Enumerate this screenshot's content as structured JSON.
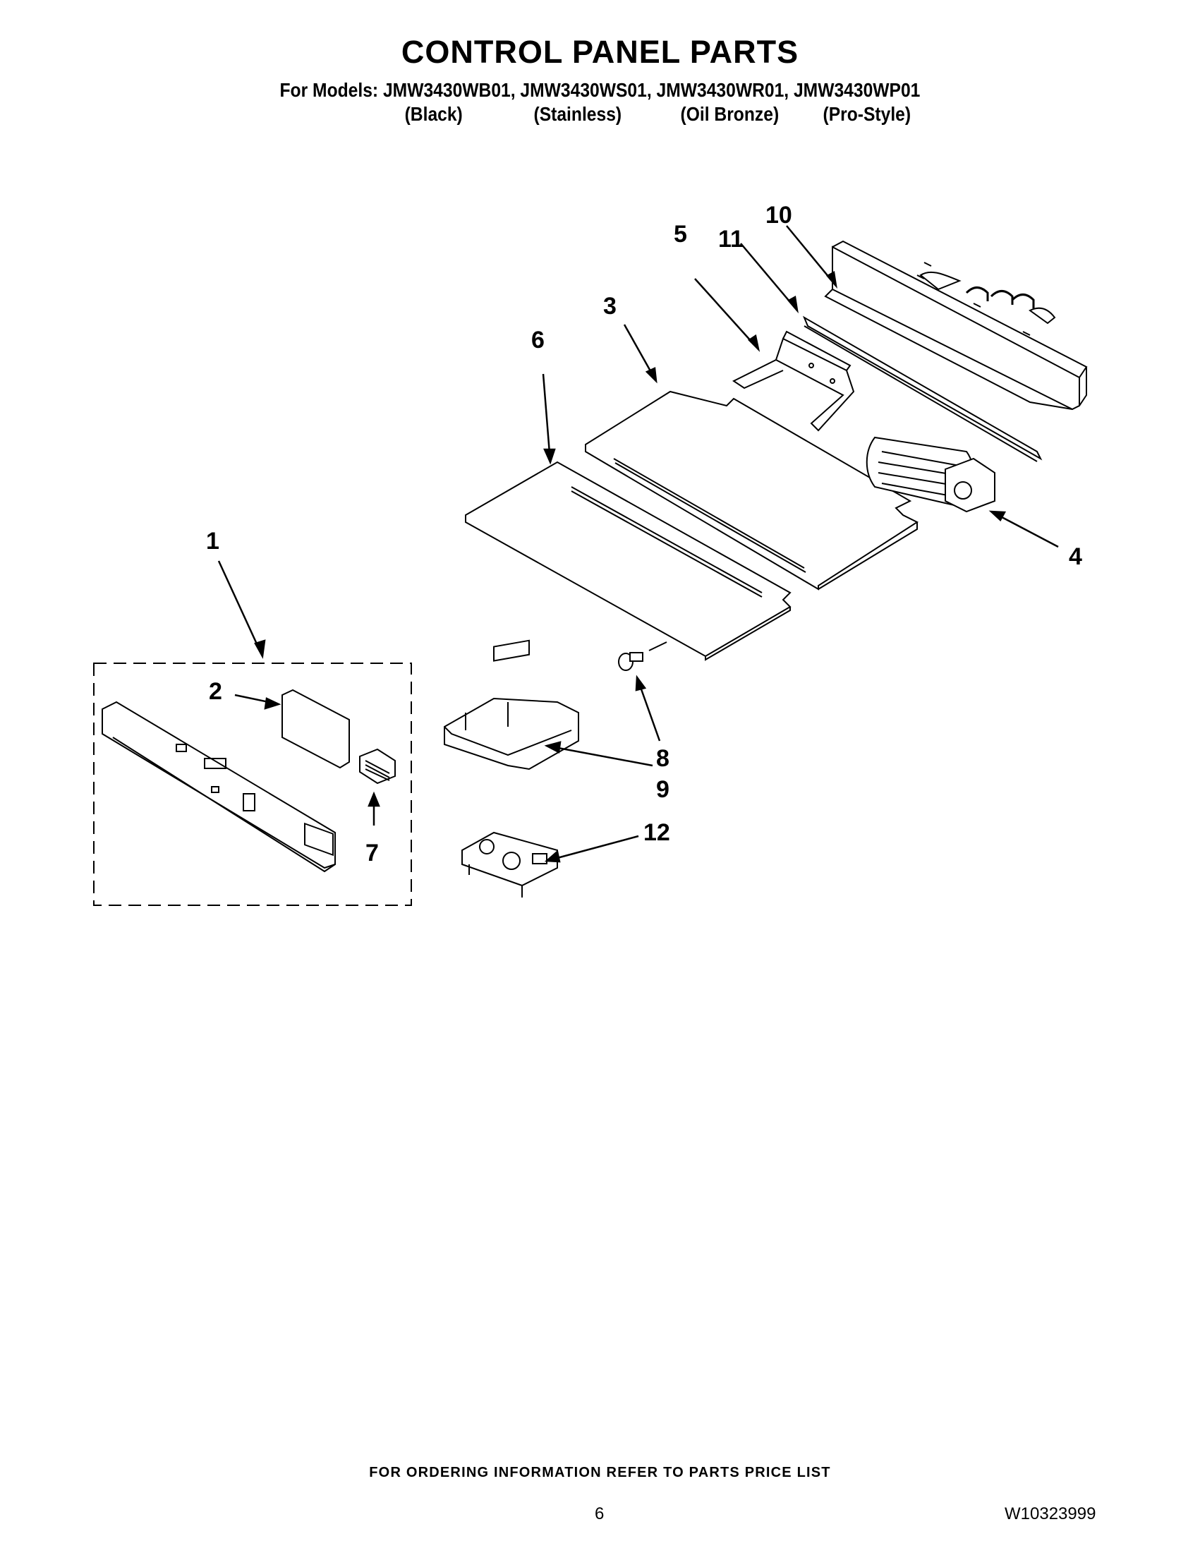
{
  "header": {
    "title": "CONTROL PANEL PARTS",
    "models_line": "For Models: JMW3430WB01, JMW3430WS01, JMW3430WR01, JMW3430WP01",
    "variants": [
      "(Black)",
      "(Stainless)",
      "(Oil Bronze)",
      "(Pro-Style)"
    ]
  },
  "callouts": [
    "1",
    "2",
    "3",
    "4",
    "5",
    "6",
    "7",
    "8",
    "9",
    "10",
    "11",
    "12"
  ],
  "footer": {
    "ordering_note": "FOR ORDERING INFORMATION REFER TO PARTS PRICE LIST",
    "page_number": "6",
    "document_number": "W10323999"
  }
}
